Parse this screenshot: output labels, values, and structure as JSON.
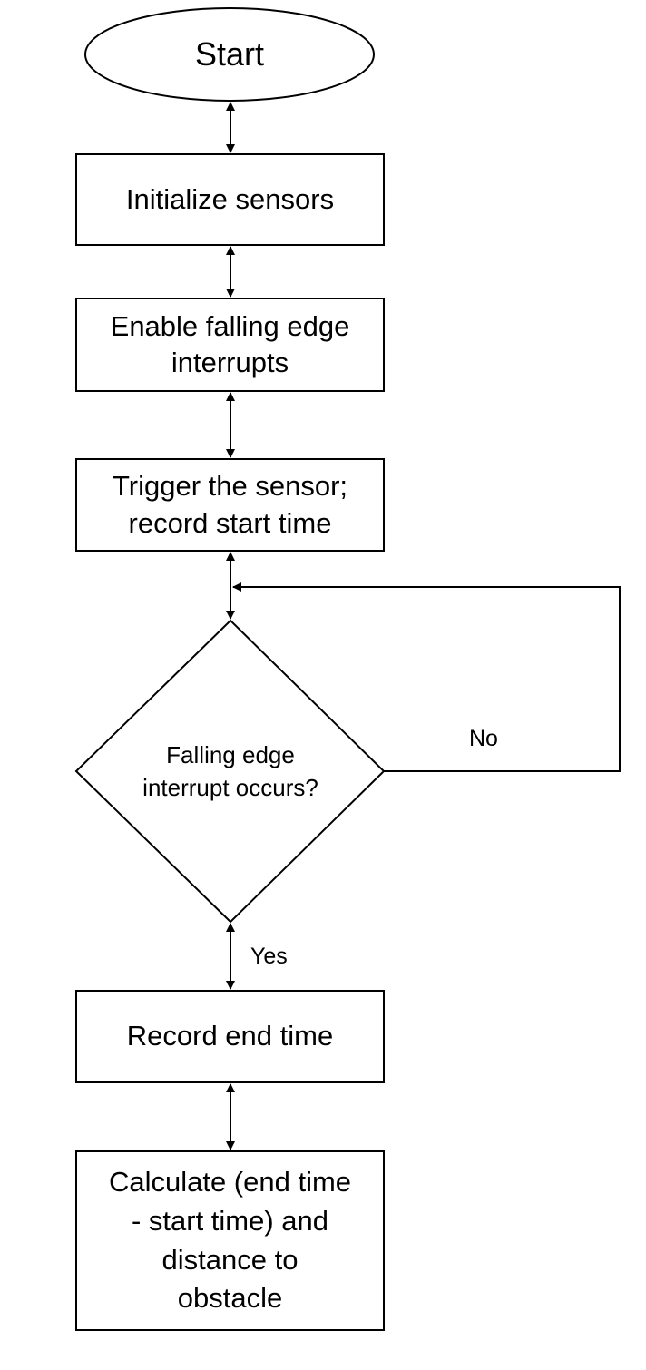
{
  "diagram": {
    "nodes": {
      "start": {
        "shape": "ellipse",
        "label": "Start"
      },
      "init": {
        "shape": "rect",
        "label": "Initialize sensors"
      },
      "enable": {
        "shape": "rect",
        "label": "Enable falling edge\ninterrupts"
      },
      "trigger": {
        "shape": "rect",
        "label": "Trigger the sensor;\nrecord start time"
      },
      "decision": {
        "shape": "diamond",
        "label": "Falling edge\ninterrupt occurs?"
      },
      "record_end": {
        "shape": "rect",
        "label": "Record end time"
      },
      "calculate": {
        "shape": "rect",
        "label": "Calculate (end time\n- start time) and\ndistance to\nobstacle"
      }
    },
    "edges": [
      {
        "from": "start",
        "to": "init",
        "style": "double-arrow"
      },
      {
        "from": "init",
        "to": "enable",
        "style": "double-arrow"
      },
      {
        "from": "enable",
        "to": "trigger",
        "style": "double-arrow"
      },
      {
        "from": "trigger",
        "to": "decision",
        "style": "double-arrow"
      },
      {
        "from": "decision",
        "to": "decision",
        "label": "No",
        "style": "loop-arrow"
      },
      {
        "from": "decision",
        "to": "record_end",
        "label": "Yes",
        "style": "double-arrow"
      },
      {
        "from": "record_end",
        "to": "calculate",
        "style": "double-arrow"
      }
    ],
    "edge_labels": {
      "no": "No",
      "yes": "Yes"
    },
    "colors": {
      "stroke": "#000000",
      "fill": "#ffffff",
      "text": "#000000"
    }
  }
}
